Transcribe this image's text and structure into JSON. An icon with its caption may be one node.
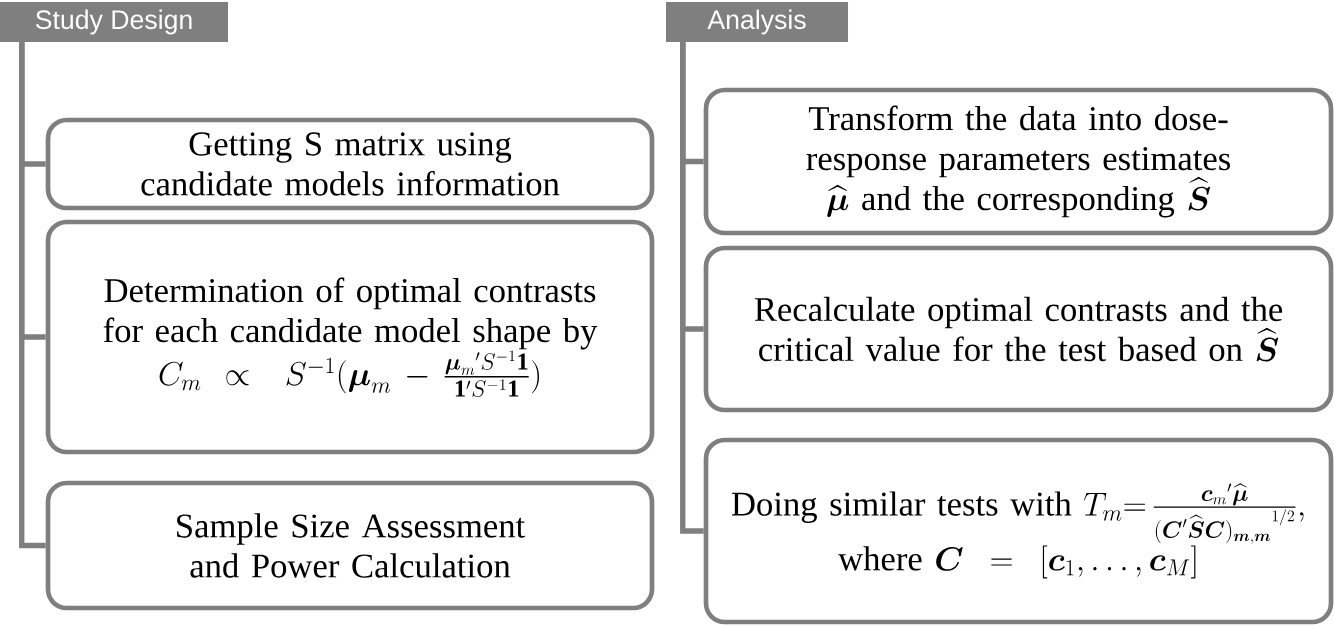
{
  "diagram": {
    "nodes": [
      {
        "text": [
          "Study Design"
        ]
      },
      {
        "text": [
          "Getting S matrix using candidate models information"
        ]
      },
      {
        "text": [
          "Determination of optimal contrasts for each candidate model shape by",
          "C_m \\propto\\ S^{-1}(\\boldsymbol{\\mu}_m - \\frac{{\\boldsymbol{\\mu}_m}'S^{-1}\\mathbf{1}}{\\mathbf{1}'S^{-1}\\mathbf{1}})"
        ]
      },
      {
        "text": [
          "Sample Size Assessment and Power Calculation"
        ]
      },
      {
        "text": [
          "Analysis"
        ]
      },
      {
        "text": [
          "Transform the data into dose-response parameters estimates",
          "\\widehat{\\boldsymbol{\\mu}}",
          "and the corresponding",
          "\\widehat{\\boldsymbol{S}}"
        ]
      },
      {
        "text": [
          "Recalculate optimal contrasts and the critical value for the test based on",
          "\\widehat{\\boldsymbol{S}}"
        ]
      },
      {
        "text": [
          "Doing similar tests with",
          "T_m{=}\\,\\frac{{\\boldsymbol{c}_m}'\\widehat{\\boldsymbol{\\mu}}}{{(\\boldsymbol{C}'\\widehat{\\boldsymbol{S}}\\boldsymbol{C})_{\\boldsymbol{m},\\boldsymbol{m}}}^{1/2}},",
          "where",
          "\\boldsymbol{C} = [\\boldsymbol{c}_1, \\ldots, \\boldsymbol{c}_M]"
        ]
      }
    ],
    "edges": [
      {
        "from": 0,
        "to": 1,
        "arrow": "none"
      },
      {
        "from": 0,
        "to": 2,
        "arrow": "none"
      },
      {
        "from": 0,
        "to": 3,
        "arrow": "none"
      },
      {
        "from": 4,
        "to": 5,
        "arrow": "none"
      },
      {
        "from": 4,
        "to": 6,
        "arrow": "none"
      },
      {
        "from": 4,
        "to": 7,
        "arrow": "none"
      }
    ]
  }
}
